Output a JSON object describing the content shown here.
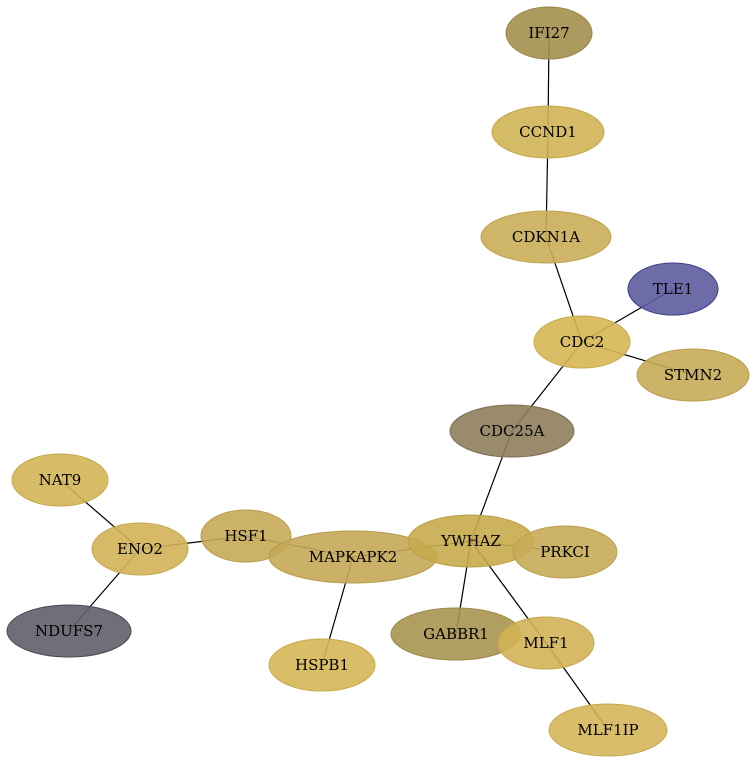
{
  "graph": {
    "nodes": [
      {
        "id": "IFI27",
        "label": "IFI27",
        "fill": "#a48f4e",
        "stroke": "#98874a"
      },
      {
        "id": "CCND1",
        "label": "CCND1",
        "fill": "#d1b456",
        "stroke": "#c4a84c"
      },
      {
        "id": "CDKN1A",
        "label": "CDKN1A",
        "fill": "#c9ad58",
        "stroke": "#bca250"
      },
      {
        "id": "TLE1",
        "label": "TLE1",
        "fill": "#5e5c9f",
        "stroke": "#3f3d86"
      },
      {
        "id": "CDC2",
        "label": "CDC2",
        "fill": "#d6b654",
        "stroke": "#c8aa4a"
      },
      {
        "id": "STMN2",
        "label": "STMN2",
        "fill": "#c8ab58",
        "stroke": "#bb9f4e"
      },
      {
        "id": "CDC25A",
        "label": "CDC25A",
        "fill": "#8e7e5b",
        "stroke": "#7e6f50"
      },
      {
        "id": "NAT9",
        "label": "NAT9",
        "fill": "#d3b558",
        "stroke": "#c6a94e"
      },
      {
        "id": "ENO2",
        "label": "ENO2",
        "fill": "#d1b358",
        "stroke": "#c4a74e"
      },
      {
        "id": "HSF1",
        "label": "HSF1",
        "fill": "#c6aa57",
        "stroke": "#b99e4d"
      },
      {
        "id": "MAPKAPK2",
        "label": "MAPKAPK2",
        "fill": "#c4a856",
        "stroke": "#b79c4c"
      },
      {
        "id": "YWHAZ",
        "label": "YWHAZ",
        "fill": "#c8ab4c",
        "stroke": "#bb9f44"
      },
      {
        "id": "PRKCI",
        "label": "PRKCI",
        "fill": "#c8ab56",
        "stroke": "#bb9f4c"
      },
      {
        "id": "NDUFS7",
        "label": "NDUFS7",
        "fill": "#5f5f6a",
        "stroke": "#4a4a55"
      },
      {
        "id": "HSPB1",
        "label": "HSPB1",
        "fill": "#d6b656",
        "stroke": "#c8aa4c"
      },
      {
        "id": "GABBR1",
        "label": "GABBR1",
        "fill": "#a99550",
        "stroke": "#9c8948"
      },
      {
        "id": "MLF1",
        "label": "MLF1",
        "fill": "#d1b357",
        "stroke": "#c4a74d"
      },
      {
        "id": "MLF1IP",
        "label": "MLF1IP",
        "fill": "#d6b65a",
        "stroke": "#c8aa50"
      }
    ],
    "edges": [
      {
        "source": "IFI27",
        "target": "CCND1"
      },
      {
        "source": "CCND1",
        "target": "CDKN1A"
      },
      {
        "source": "CDKN1A",
        "target": "CDC2"
      },
      {
        "source": "TLE1",
        "target": "CDC2"
      },
      {
        "source": "CDC2",
        "target": "STMN2"
      },
      {
        "source": "CDC2",
        "target": "CDC25A"
      },
      {
        "source": "CDC25A",
        "target": "YWHAZ"
      },
      {
        "source": "NAT9",
        "target": "ENO2"
      },
      {
        "source": "ENO2",
        "target": "NDUFS7"
      },
      {
        "source": "ENO2",
        "target": "HSF1"
      },
      {
        "source": "HSF1",
        "target": "MAPKAPK2"
      },
      {
        "source": "MAPKAPK2",
        "target": "HSPB1"
      },
      {
        "source": "MAPKAPK2",
        "target": "YWHAZ"
      },
      {
        "source": "YWHAZ",
        "target": "PRKCI"
      },
      {
        "source": "YWHAZ",
        "target": "GABBR1"
      },
      {
        "source": "YWHAZ",
        "target": "MLF1"
      },
      {
        "source": "MLF1",
        "target": "MLF1IP"
      }
    ]
  }
}
